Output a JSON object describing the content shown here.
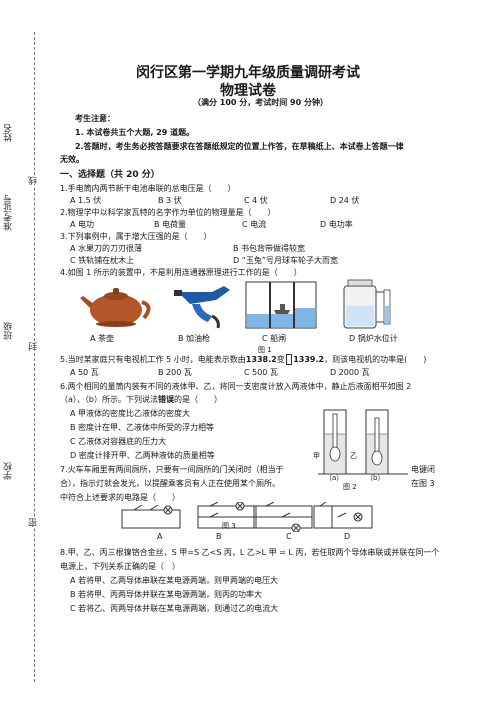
{
  "margin": {
    "labels": [
      "姓名",
      "准考证号",
      "班级",
      "学校"
    ],
    "marks": [
      "线",
      "封",
      "密"
    ]
  },
  "header": {
    "title1": "闵行区第一学期九年级质量调研考试",
    "title2": "物理试卷",
    "subtitle": "（满分 100 分，考试时间 90 分钟）"
  },
  "notes": {
    "heading": "考生注意：",
    "n1": "1. 本试卷共五个大题, 29 道题。",
    "n2a": "2.答题时，考生务必按答题要求在答题纸规定的位置上作答，在草稿纸上、本试卷上答题一律",
    "n2b": "无效。"
  },
  "section1": {
    "heading": "一、选择题（共 20 分）"
  },
  "q1": {
    "stem": "1.手电筒内两节新干电池串联的总电压是（　　）",
    "a": "A 1.5 伏",
    "b": "B 3 伏",
    "c": "C 4 伏",
    "d": "D 24 伏"
  },
  "q2": {
    "stem": "2.物理学中以科学家瓦特的名字作为单位的物理量是（　　）",
    "a": "A 电功",
    "b": "B 电荷量",
    "c": "C 电流",
    "d": "D 电功率"
  },
  "q3": {
    "stem": "3.下列事例中，属于增大压强的是（　　）",
    "a": "A 水果刀的刀刃很薄",
    "b": "B 书包背带做得较宽",
    "c": "C 铁轨铺在枕木上",
    "d": "D “玉兔”号月球车轮子大而宽"
  },
  "q4": {
    "stem": "4.如图 1 所示的装置中，不是利用连通器原理进行工作的是（　　）",
    "a": "A 茶壶",
    "b": "B 加油枪",
    "c": "C 船闸",
    "d": "D 锅炉水位计",
    "fig": "图 1"
  },
  "q5": {
    "stem1": "5.当时某家庭只有电视机工作 5 小时，电能表示数由",
    "r1": "1338.2",
    "mid": "变",
    "r2": "1339.2",
    "stem2": "，则该电视机的功率是(　　)",
    "a": "A 50 瓦",
    "b": "B 200 瓦",
    "c": "C 500 瓦",
    "d": "D 2000 瓦"
  },
  "q6": {
    "stem1": "6.两个相同的量筒内装有不同的液体甲、乙，将同一支密度计放入两液体中，静止后液面相平如图 2",
    "stem2a": "（a）、（b）所示。下列说法",
    "stem2b": "错误",
    "stem2c": "的是（　　）",
    "a": "A 甲液体的密度比乙液体的密度大",
    "b": "B 密度计在甲、乙液体中所受的浮力相等",
    "c": "C 乙液体对容器底的压力大",
    "d": "D 密度计排开甲、乙两种液体的质量相等",
    "jia": "甲",
    "yi": "乙",
    "fa": "（a）",
    "fb": "（b）",
    "fig": "图 2"
  },
  "q7": {
    "l1": "7.火车车厢里有两间厕所，只要有一间厕所的门关闭时（相当于",
    "l1r": "电键闭",
    "l2": "合），指示灯就会发光，以提醒乘客员有人正在使用某个厕所。",
    "l2r": "在图 3",
    "l3": "中符合上述要求的电路是（　　）",
    "labels": [
      "A",
      "B",
      "C",
      "D"
    ],
    "fig": "图 3"
  },
  "q8": {
    "l1": "8.甲、乙、丙三根镍铬合金丝，S 甲=S 乙<S 丙，L 乙>L 甲 = L 丙，若任取两个导体串联或并联在同一个",
    "l2": "电源上，下列关系正确的是（　）",
    "a": "A 若将甲、乙两导体串联在某电源两端，则甲两端的电压大",
    "b": "B 若将甲、丙两导体并联在某电源两端，则丙的功率大",
    "c": "C 若将乙、丙两导体并联在某电源两端，则通过乙的电流大"
  },
  "colors": {
    "ink": "#1a1a1a",
    "accent": "#c00000",
    "teapot": "#b5562a",
    "nozzle": "#1f5aa6"
  }
}
